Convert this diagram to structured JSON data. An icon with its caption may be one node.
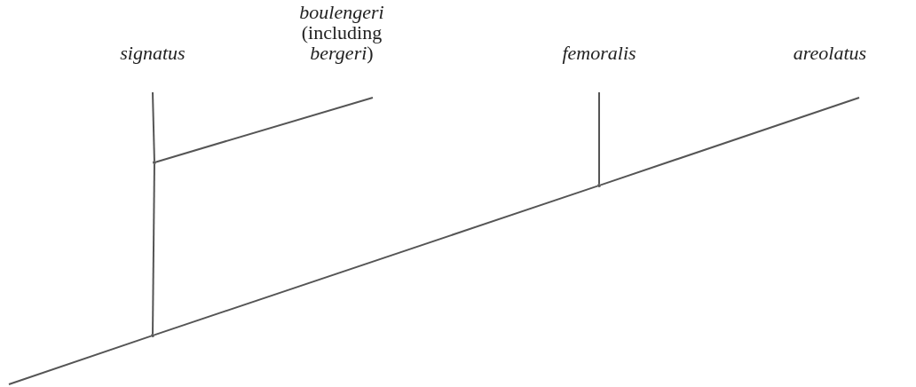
{
  "diagram": {
    "nodes": [
      {
        "text": [
          "signatus"
        ]
      },
      {
        "text": [
          "*boulengeri* (including *bergeri*)"
        ]
      },
      {
        "text": [
          "femoralis"
        ]
      },
      {
        "text": [
          "areolatus"
        ]
      },
      {
        "text": [],
        "shape": "point"
      },
      {
        "text": [],
        "shape": "point"
      },
      {
        "text": [],
        "shape": "point"
      }
    ],
    "edges": [
      {
        "from": null,
        "to": 4,
        "arrow": "none"
      },
      {
        "from": 4,
        "to": 6,
        "arrow": "none"
      },
      {
        "from": 6,
        "to": 3,
        "arrow": "none"
      },
      {
        "from": 6,
        "to": 2,
        "arrow": "none"
      },
      {
        "from": 4,
        "to": 5,
        "arrow": "none"
      },
      {
        "from": 5,
        "to": 0,
        "arrow": "none"
      },
      {
        "from": 5,
        "to": 1,
        "arrow": "none"
      }
    ]
  }
}
